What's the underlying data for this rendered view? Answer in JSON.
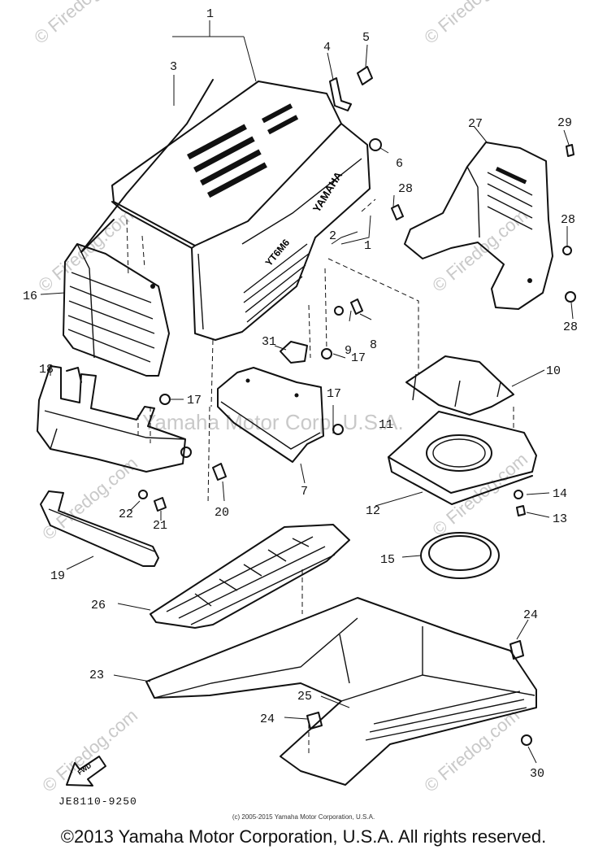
{
  "diagram": {
    "callouts": [
      "1",
      "2",
      "3",
      "4",
      "5",
      "6",
      "7",
      "8",
      "9",
      "10",
      "11",
      "12",
      "13",
      "14",
      "15",
      "16",
      "17",
      "18",
      "19",
      "20",
      "21",
      "22",
      "23",
      "24",
      "25",
      "26",
      "27",
      "28",
      "29",
      "30",
      "31"
    ],
    "hood_text": {
      "brand": "YAMAHA",
      "model": "YT6M6"
    },
    "fwd_label": "FWD",
    "diagram_code": "JE8110-9250",
    "watermarks": {
      "site": "© Firedog.com",
      "overlay": "Yamaha Motor Corp, U.S.A."
    }
  },
  "footer": {
    "source": "(c) 2005-2015 Yamaha Motor Corporation, U.S.A.",
    "copyright": "©2013 Yamaha Motor Corporation, U.S.A. All rights reserved."
  }
}
